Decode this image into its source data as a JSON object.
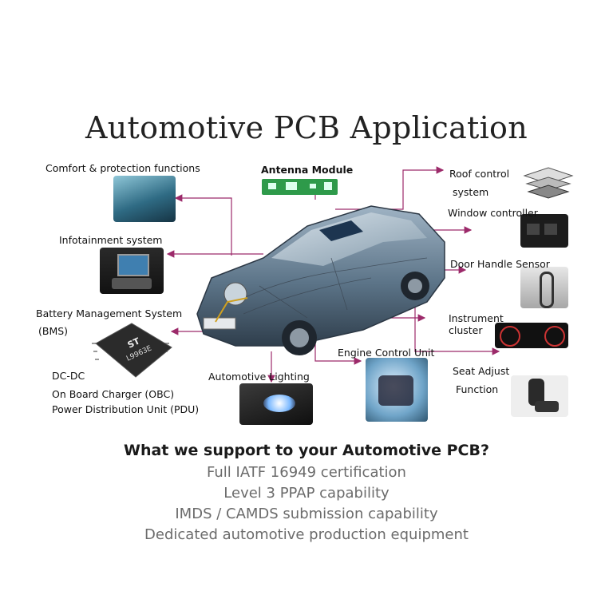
{
  "title": "Automotive PCB Application",
  "labels": {
    "comfort": "Comfort & protection functions",
    "antenna": "Antenna Module",
    "roof_line1": "Roof control",
    "roof_line2": "system",
    "window": "Window controller",
    "infotainment": "Infotainment system",
    "door": "Door Handle Sensor",
    "bms_line1": "Battery Management System",
    "bms_line2": "(BMS)",
    "instrument_line1": "Instrument",
    "instrument_line2": "cluster",
    "engine": "Engine Control Unit",
    "seat_line1": "Seat Adjust",
    "seat_line2": "Function",
    "dcdc": "DC-DC",
    "obc": "On Board Charger (OBC)",
    "pdu": "Power Distribution Unit (PDU)",
    "lighting": "Automotive Lighting",
    "chip_text": "L9963E"
  },
  "support": {
    "heading": "What we support to your Automotive PCB?",
    "items": [
      "Full IATF 16949 certification",
      "Level 3 PPAP capability",
      "IMDS / CAMDS submission capability",
      "Dedicated automotive production equipment"
    ]
  },
  "colors": {
    "arrow": "#9c2a6a",
    "car_body": "#5c7488",
    "pcb_green": "#2e9a4a"
  },
  "icons": {
    "car": "car-cutaway-image",
    "chip": "st-chip-image",
    "engine": "engine-image",
    "seat": "car-seat-image",
    "headlight": "headlight-image"
  }
}
